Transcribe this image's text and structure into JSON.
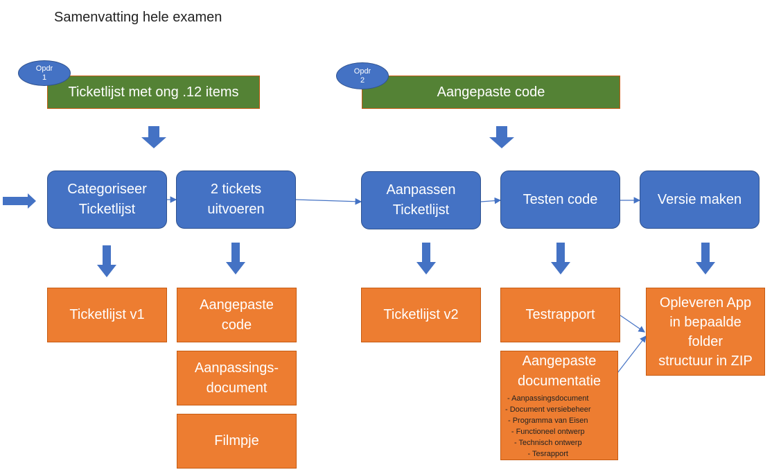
{
  "title": "Samenvatting hele examen",
  "opdr1": {
    "line1": "Opdr",
    "line2": "1"
  },
  "opdr2": {
    "line1": "Opdr",
    "line2": "2"
  },
  "green1": "Ticketlijst met ong .12 items",
  "green2": "Aangepaste code",
  "process": {
    "categoriseer": [
      "Categoriseer",
      "Ticketlijst"
    ],
    "tickets": [
      "2 tickets",
      "uitvoeren"
    ],
    "aanpassen": [
      "Aanpassen",
      "Ticketlijst"
    ],
    "testen": "Testen code",
    "versie": "Versie maken"
  },
  "outputs": {
    "ticketlijst_v1": "Ticketlijst v1",
    "aangepaste_code": [
      "Aangepaste",
      "code"
    ],
    "aanpassingsdocument": [
      "Aanpassings-",
      "document"
    ],
    "filmpje": "Filmpje",
    "ticketlijst_v2": "Ticketlijst v2",
    "testrapport": "Testrapport",
    "documentatie": {
      "title": [
        "Aangepaste",
        "documentatie"
      ],
      "items": [
        "- Aanpassingsdocument",
        "- Document versiebeheer",
        "- Programma van Eisen",
        "- Functioneel ontwerp",
        "- Technisch ontwerp",
        "- Tesrapport"
      ]
    },
    "opleveren": [
      "Opleveren App",
      "in bepaalde",
      "folder",
      "structuur in ZIP"
    ]
  },
  "colors": {
    "green": "#548235",
    "blue": "#4472c4",
    "orange": "#ed7d31",
    "connector": "#4472c4"
  }
}
